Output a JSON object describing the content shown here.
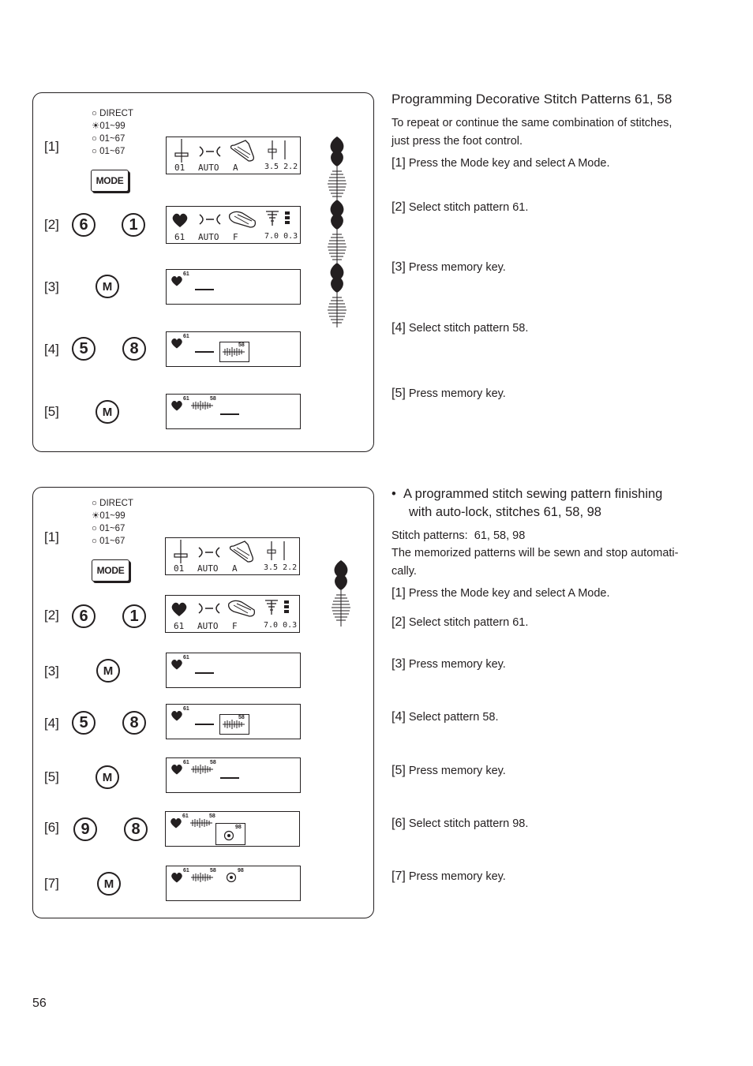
{
  "page_number": "56",
  "section1": {
    "heading": "Programming Decorative Stitch Patterns 61, 58",
    "intro": [
      "To repeat or continue the same combination of stitches,",
      "just press the foot control."
    ],
    "steps": [
      {
        "label": "[1]",
        "text": "Press the Mode key and select A Mode."
      },
      {
        "label": "[2]",
        "text": "Select stitch pattern 61."
      },
      {
        "label": "[3]",
        "text": "Press memory key."
      },
      {
        "label": "[4]",
        "text": "Select stitch pattern 58."
      },
      {
        "label": "[5]",
        "text": "Press memory key."
      }
    ]
  },
  "section2": {
    "bullet": "•",
    "heading_lines": [
      "A programmed stitch sewing pattern finishing",
      "with auto-lock, stitches 61, 58, 98"
    ],
    "patterns_line": "Stitch patterns:  61, 58, 98",
    "intro": [
      "The memorized patterns will be sewn and stop automati-",
      "cally."
    ],
    "steps": [
      {
        "label": "[1]",
        "text": "Press the Mode key and select A Mode."
      },
      {
        "label": "[2]",
        "text": "Select stitch pattern 61."
      },
      {
        "label": "[3]",
        "text": "Press memory key."
      },
      {
        "label": "[4]",
        "text": "Select pattern 58."
      },
      {
        "label": "[5]",
        "text": "Press memory key."
      },
      {
        "label": "[6]",
        "text": "Select stitch pattern 98."
      },
      {
        "label": "[7]",
        "text": "Press memory key."
      }
    ]
  },
  "illustration": {
    "step_labels": [
      "[1]",
      "[2]",
      "[3]",
      "[4]",
      "[5]",
      "[6]",
      "[7]"
    ],
    "mode_options": [
      "DIRECT",
      "01~99",
      "01~67",
      "01~67"
    ],
    "mode_button": "MODE",
    "digit_6": "6",
    "digit_1": "1",
    "digit_5": "5",
    "digit_8": "8",
    "digit_9": "9",
    "memory_key": "M",
    "lcd1": {
      "num": "01",
      "auto": "AUTO",
      "mode": "A",
      "vals": "3.5 2.2"
    },
    "lcd2": {
      "num": "61",
      "auto": "AUTO",
      "mode": "F",
      "vals": "7.0 0.3"
    },
    "sup_61": "61",
    "sup_58": "58",
    "sup_98": "98"
  }
}
